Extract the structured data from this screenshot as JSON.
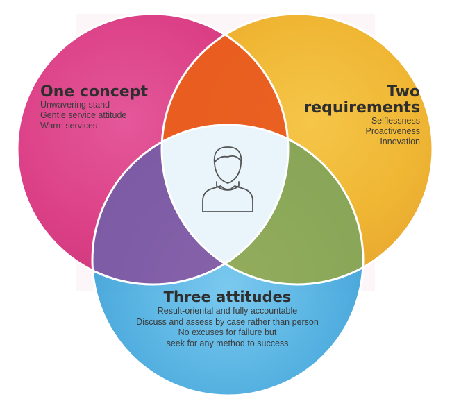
{
  "colors": {
    "concept": "#e0408a",
    "requirements": "#f0b326",
    "attitudes": "#3aa6dc",
    "center": "#eaf6fb",
    "outline": "#ffffff"
  },
  "center_icon": "user-icon",
  "one_concept": {
    "title": "One concept",
    "items": [
      "Unwavering stand",
      "Gentle service attitude",
      "Warm services"
    ]
  },
  "two_requirements": {
    "title_line1": "Two",
    "title_line2": "requirements",
    "items": [
      "Selflessness",
      "Proactiveness",
      "Innovation"
    ]
  },
  "three_attitudes": {
    "title": "Three attitudes",
    "items": [
      "Result-oriental and fully accountable",
      "Discuss and assess by case rather than person",
      "No excuses for failure but",
      "seek for any method to success"
    ]
  }
}
